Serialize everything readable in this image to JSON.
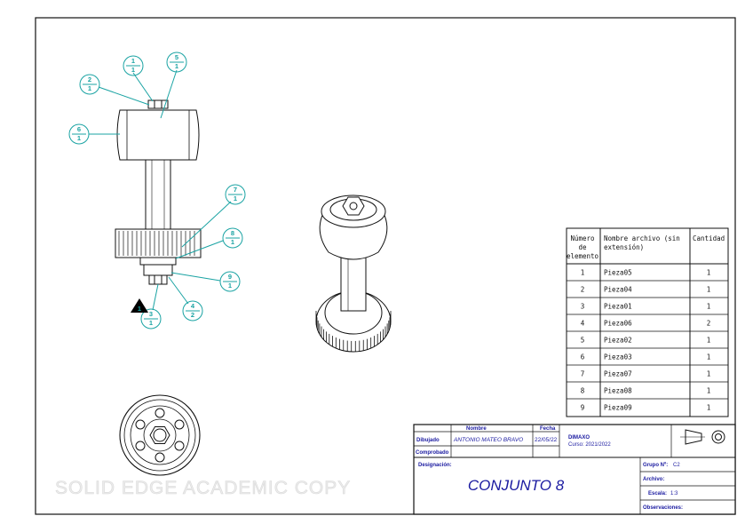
{
  "watermark": "SOLID EDGE ACADEMIC COPY",
  "balloons": [
    {
      "item": "1",
      "qty": "1"
    },
    {
      "item": "5",
      "qty": "1"
    },
    {
      "item": "2",
      "qty": "1"
    },
    {
      "item": "6",
      "qty": "1"
    },
    {
      "item": "7",
      "qty": "1"
    },
    {
      "item": "8",
      "qty": "1"
    },
    {
      "item": "9",
      "qty": "1"
    },
    {
      "item": "4",
      "qty": "2"
    },
    {
      "item": "3",
      "qty": "1",
      "flag": "1"
    }
  ],
  "bom": {
    "headers": {
      "item": [
        "Número",
        "de",
        "elemento"
      ],
      "name": [
        "Nombre archivo (sin",
        "extensión)"
      ],
      "qty": "Cantidad"
    },
    "rows": [
      {
        "item": "1",
        "name": "Pieza05",
        "qty": "1"
      },
      {
        "item": "2",
        "name": "Pieza04",
        "qty": "1"
      },
      {
        "item": "3",
        "name": "Pieza01",
        "qty": "1"
      },
      {
        "item": "4",
        "name": "Pieza06",
        "qty": "2"
      },
      {
        "item": "5",
        "name": "Pieza02",
        "qty": "1"
      },
      {
        "item": "6",
        "name": "Pieza03",
        "qty": "1"
      },
      {
        "item": "7",
        "name": "Pieza07",
        "qty": "1"
      },
      {
        "item": "8",
        "name": "Pieza08",
        "qty": "1"
      },
      {
        "item": "9",
        "name": "Pieza09",
        "qty": "1"
      }
    ]
  },
  "title_block": {
    "nombre_label": "Nombre",
    "fecha_label": "Fecha",
    "dibujado_label": "Dibujado",
    "comprobado_label": "Comprobado",
    "drawn_by": "ANTONIO MATEO BRAVO",
    "date": "22/05/22",
    "org": "DIMAXO",
    "course": "Curso: 2021/2022",
    "designacion_label": "Designación:",
    "title": "CONJUNTO 8",
    "grupo_label": "Grupo Nº:",
    "grupo": "C2",
    "archivo_label": "Archivo:",
    "escala_label": "Escala:",
    "escala": "1:3",
    "observaciones_label": "Observaciones:"
  }
}
